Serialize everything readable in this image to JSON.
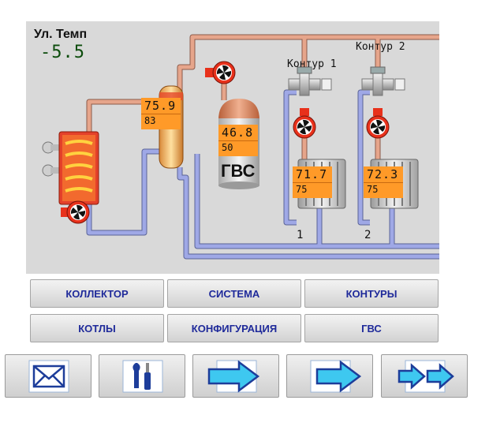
{
  "outdoor": {
    "label": "Ул. Темп",
    "value": "-5.5"
  },
  "boiler_exchanger": {
    "actual": "75.9",
    "setpoint": "83"
  },
  "dhw_tank": {
    "actual": "46.8",
    "setpoint": "50",
    "label": "ГВС"
  },
  "circuits": [
    {
      "label": "Контур 1",
      "number": "1",
      "actual": "71.7",
      "setpoint": "75"
    },
    {
      "label": "Контур 2",
      "number": "2",
      "actual": "72.3",
      "setpoint": "75"
    }
  ],
  "menu": {
    "collector": "КОЛЛЕКТОР",
    "system": "СИСТЕМА",
    "circuits": "КОНТУРЫ",
    "boilers": "КОТЛЫ",
    "configuration": "КОНФИГУРАЦИЯ",
    "dhw": "ГВС"
  },
  "toolbar": [
    "mail-icon",
    "tools-icon",
    "arrow-right-icon",
    "arrow-right-icon",
    "double-arrow-icon"
  ],
  "colors": {
    "hot_pipe": "#e6a58b",
    "cold_pipe": "#9fa8e6",
    "readout_bg": "#ff9a28",
    "pump_red": "#e8311b",
    "button_text": "#1f2a9a"
  }
}
